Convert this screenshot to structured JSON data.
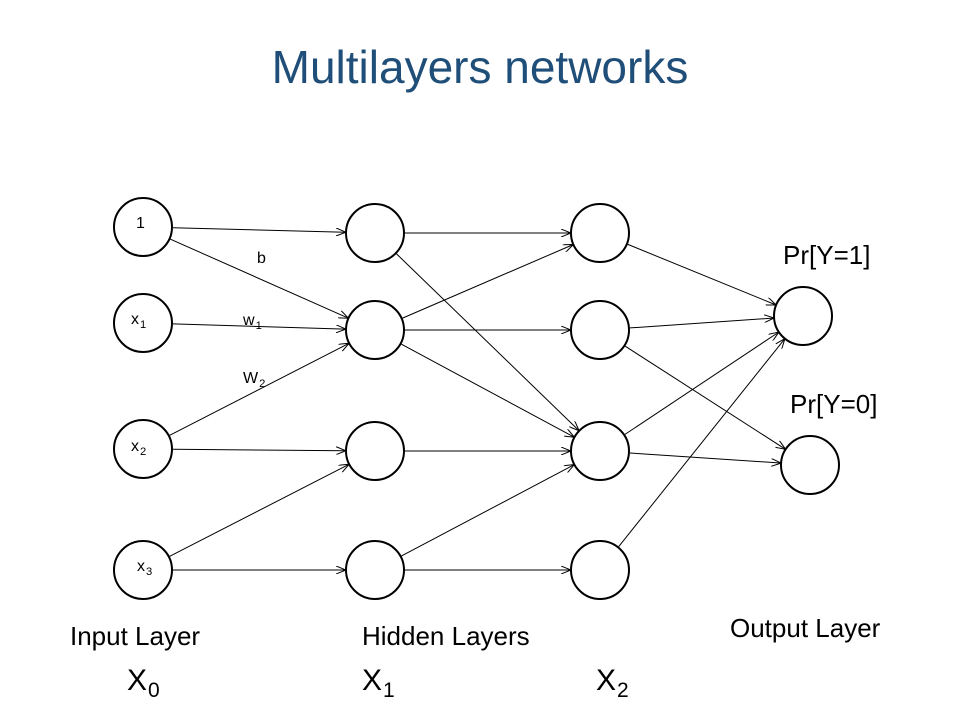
{
  "title": "Multilayers networks",
  "input_nodes": [
    {
      "base": "1",
      "sub": ""
    },
    {
      "base": "x",
      "sub": "1"
    },
    {
      "base": "x",
      "sub": "2"
    },
    {
      "base": "x",
      "sub": "3"
    }
  ],
  "weight_labels": [
    {
      "base": "b",
      "sub": ""
    },
    {
      "base": "w",
      "sub": "1"
    },
    {
      "base": "W",
      "sub": "2"
    }
  ],
  "output_labels": [
    "Pr[Y=1]",
    "Pr[Y=0]"
  ],
  "layer_labels": {
    "input": "Input Layer",
    "hidden": "Hidden Layers",
    "output": "Output Layer"
  },
  "layer_symbols": {
    "x0": {
      "base": "X",
      "sub": "0"
    },
    "x1": {
      "base": "X",
      "sub": "1"
    },
    "x2": {
      "base": "X",
      "sub": "2"
    }
  }
}
